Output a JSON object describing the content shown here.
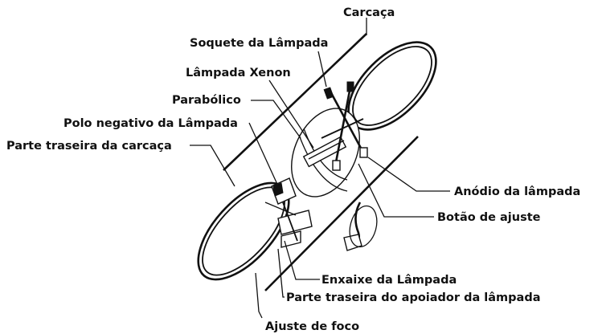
{
  "labels": {
    "carcaca": "Carcaça",
    "soquete": "Soquete da Lâmpada",
    "lampada_xenon": "Lâmpada Xenon",
    "parabolico": "Parabólico",
    "polo_negativo": "Polo negativo da Lâmpada",
    "parte_traseira_carcaca": "Parte traseira da carcaça",
    "anodio": "Anódio da lâmpada",
    "botao_ajuste": "Botão de ajuste",
    "enxaixe": "Enxaixe da Lâmpada",
    "parte_traseira_apoiador": "Parte traseira do apoiador da lâmpada",
    "ajuste_foco": "Ajuste de foco"
  }
}
